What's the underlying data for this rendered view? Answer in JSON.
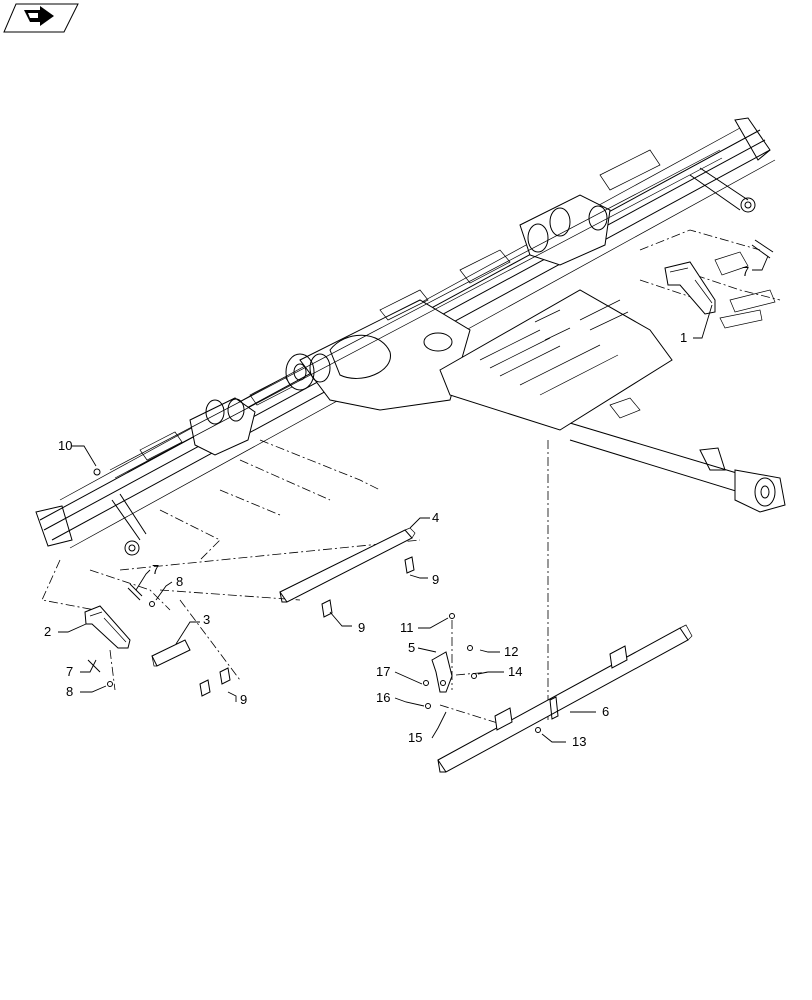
{
  "nav_badge": {
    "icon": "arrow-icon"
  },
  "callouts": {
    "c1": "1",
    "c2": "2",
    "c3": "3",
    "c4": "4",
    "c5": "5",
    "c6": "6",
    "c7a": "7",
    "c7b": "7",
    "c7c": "7",
    "c8a": "8",
    "c8b": "8",
    "c9a": "9",
    "c9b": "9",
    "c9c": "9",
    "c10": "10",
    "c11": "11",
    "c12": "12",
    "c13": "13",
    "c14": "14",
    "c15": "15",
    "c16": "16",
    "c17": "17"
  }
}
